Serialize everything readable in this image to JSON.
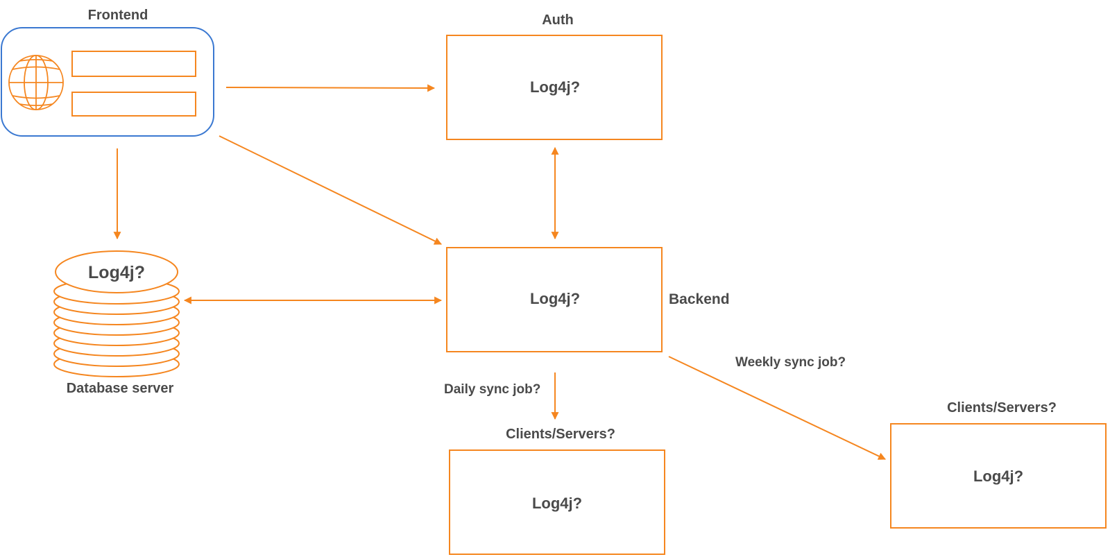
{
  "colors": {
    "accent": "#f5861f",
    "frontend_border": "#3a78d1",
    "label": "#4a4a4a"
  },
  "frontend": {
    "title": "Frontend",
    "icon": "globe-icon"
  },
  "auth": {
    "title": "Auth",
    "body": "Log4j?"
  },
  "backend": {
    "title": "Backend",
    "body": "Log4j?"
  },
  "database": {
    "title": "Database server",
    "body": "Log4j?",
    "icon": "database-stack-icon"
  },
  "clients_daily": {
    "title": "Clients/Servers?",
    "body": "Log4j?"
  },
  "clients_weekly": {
    "title": "Clients/Servers?",
    "body": "Log4j?"
  },
  "edges": {
    "daily_label": "Daily sync job?",
    "weekly_label": "Weekly sync job?"
  }
}
